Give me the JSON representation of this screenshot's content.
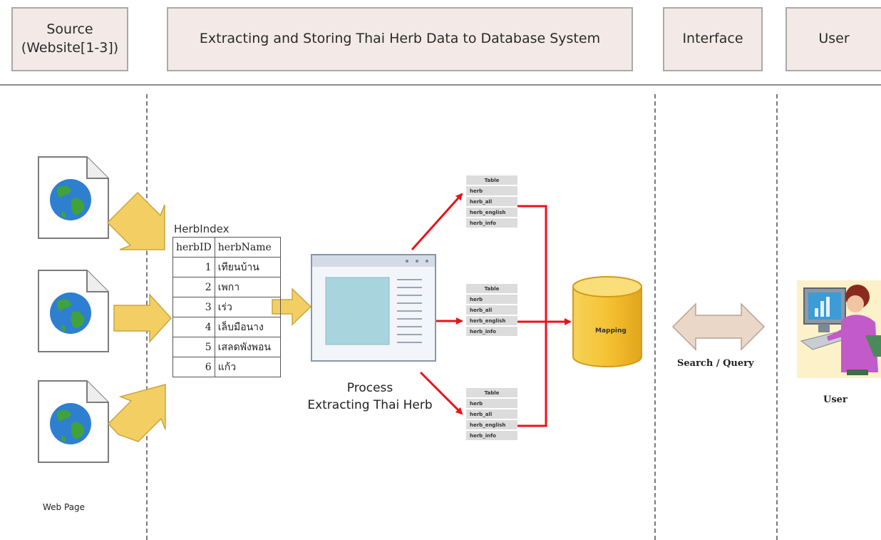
{
  "headers": {
    "source": "Source\n(Website[1-3])",
    "extracting": "Extracting  and Storing Thai Herb Data to Database System",
    "interface": "Interface",
    "user": "User"
  },
  "web_page_label": "Web Page",
  "herb_index": {
    "title": "HerbIndex",
    "columns": [
      "herbID",
      "herbName"
    ],
    "rows": [
      {
        "id": "1",
        "name": "เทียนบ้าน"
      },
      {
        "id": "2",
        "name": "เพกา"
      },
      {
        "id": "3",
        "name": "เร่ว"
      },
      {
        "id": "4",
        "name": "เล็บมือนาง"
      },
      {
        "id": "5",
        "name": "เสลดพังพอน"
      },
      {
        "id": "6",
        "name": "แก้ว"
      }
    ]
  },
  "process_label": {
    "line1": "Process",
    "line2": "Extracting Thai Herb"
  },
  "db_tables": [
    {
      "header": "Table",
      "fields": [
        "herb",
        "herb_all",
        "herb_english",
        "herb_info"
      ]
    },
    {
      "header": "Table",
      "fields": [
        "herb",
        "herb_all",
        "herb_english",
        "herb_info"
      ]
    },
    {
      "header": "Table",
      "fields": [
        "herb",
        "herb_all",
        "herb_english",
        "herb_info"
      ]
    }
  ],
  "mapping_label": "Mapping",
  "search_query_label": "Search / Query",
  "user_label": "User",
  "colors": {
    "header_fill": "#f3eae7",
    "header_border": "#a9a9a9",
    "yellow_arrow": "#f3cf63",
    "red_arrow": "#e8131b",
    "cylinder": "#f5c233",
    "double_arrow": "#e8d5c6"
  },
  "icons": [
    "globe-document-icon",
    "application-window-icon",
    "database-cylinder-icon",
    "user-at-computer-icon"
  ]
}
